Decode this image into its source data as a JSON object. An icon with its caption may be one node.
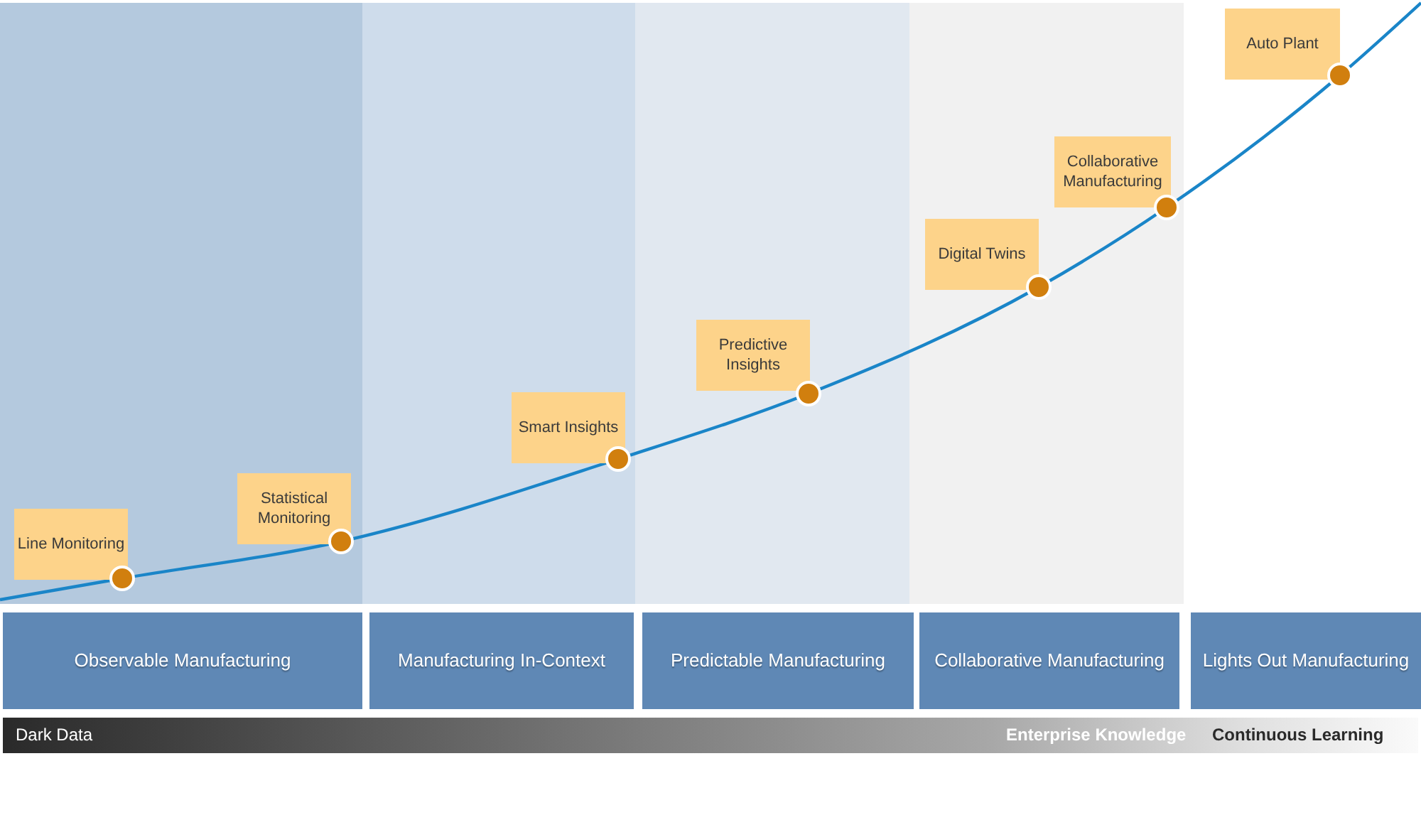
{
  "diagram": {
    "nodes": [
      {
        "text": [
          "Line Monitoring"
        ]
      },
      {
        "text": [
          "Statistical Monitoring"
        ]
      },
      {
        "text": [
          "Smart Insights"
        ]
      },
      {
        "text": [
          "Predictive Insights"
        ]
      },
      {
        "text": [
          "Digital Twins"
        ]
      },
      {
        "text": [
          "Collaborative Manufacturing"
        ]
      },
      {
        "text": [
          "Auto Plant"
        ]
      },
      {
        "text": [
          "Observable Manufacturing"
        ]
      },
      {
        "text": [
          "Manufacturing In-Context"
        ]
      },
      {
        "text": [
          "Predictable Manufacturing"
        ]
      },
      {
        "text": [
          "Collaborative Manufacturing"
        ]
      },
      {
        "text": [
          "Lights Out Manufacturing"
        ]
      }
    ],
    "edges": [],
    "labels": [
      "Dark Data",
      "Enterprise Knowledge",
      "Continuous Learning"
    ]
  }
}
